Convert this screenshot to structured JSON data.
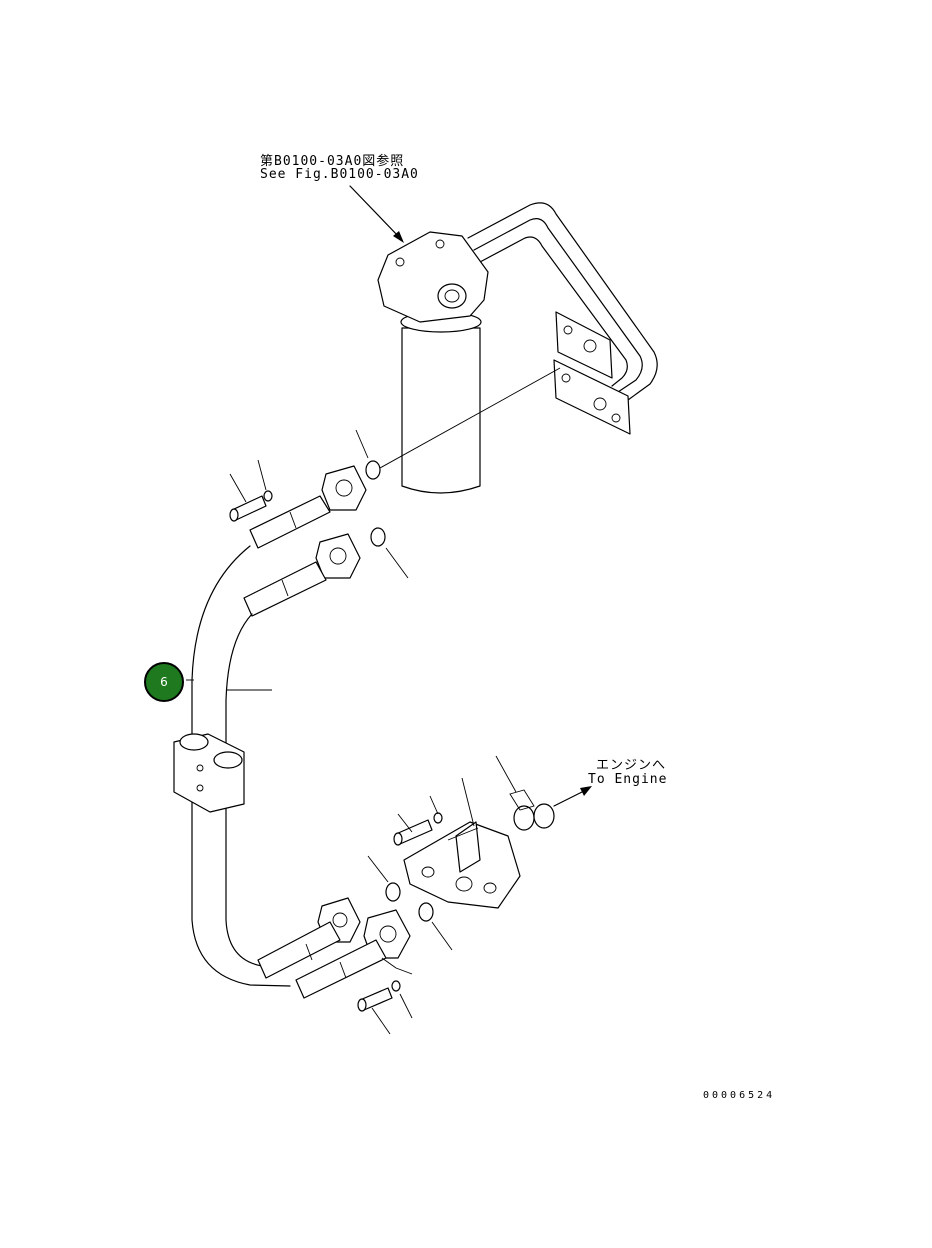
{
  "reference_note": {
    "line_jp": "第B0100-03A0図参照",
    "line_en": "See Fig.B0100-03A0"
  },
  "engine_note": {
    "line_jp": "エンジンへ",
    "line_en": "To Engine"
  },
  "callouts": [
    {
      "label": "6",
      "color": "#1f7a1f"
    }
  ],
  "document_id": "00006524"
}
